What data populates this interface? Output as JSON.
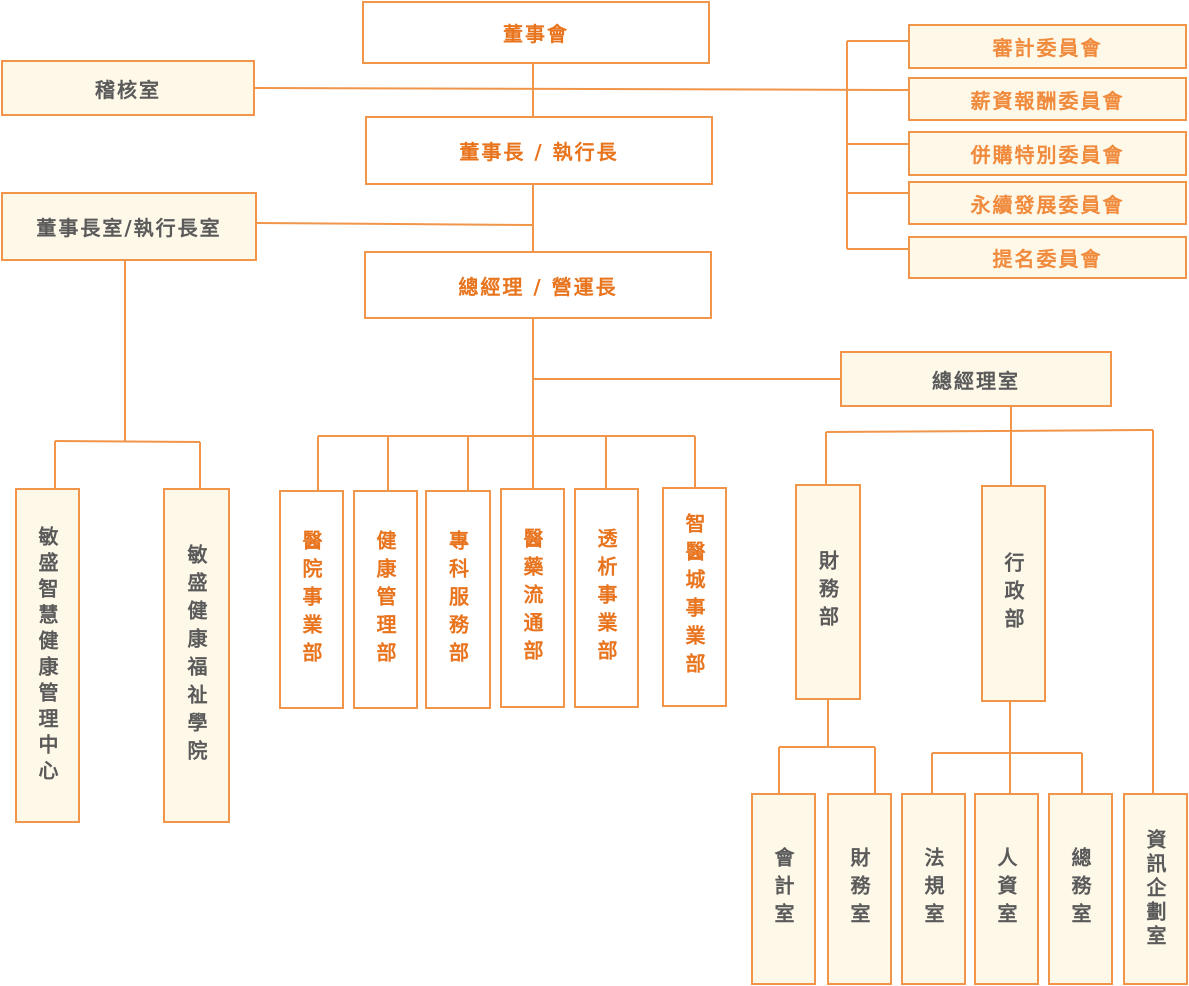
{
  "colors": {
    "border": "#f0954a",
    "fill": "#fef8e8",
    "orange_text": "#e8741e",
    "grey_text": "#5a5a5a"
  },
  "top": {
    "board": "董事會",
    "audit_office": "稽核室",
    "chairman_ceo": "董事長 / 執行長",
    "chairman_office": "董事長室/執行長室",
    "president_coo": "總經理 / 營運長",
    "president_office": "總經理室"
  },
  "committees": [
    "審計委員會",
    "薪資報酬委員會",
    "併購特別委員會",
    "永續發展委員會",
    "提名委員會"
  ],
  "affiliates": [
    "敏盛智慧健康管理中心",
    "敏盛健康福祉學院"
  ],
  "business_units": [
    "醫院事業部",
    "健康管理部",
    "專科服務部",
    "醫藥流通部",
    "透析事業部",
    "智醫城事業部"
  ],
  "departments": {
    "finance": "財務部",
    "admin": "行政部"
  },
  "offices": [
    "會計室",
    "財務室",
    "法規室",
    "人資室",
    "總務室",
    "資訊企劃室"
  ]
}
